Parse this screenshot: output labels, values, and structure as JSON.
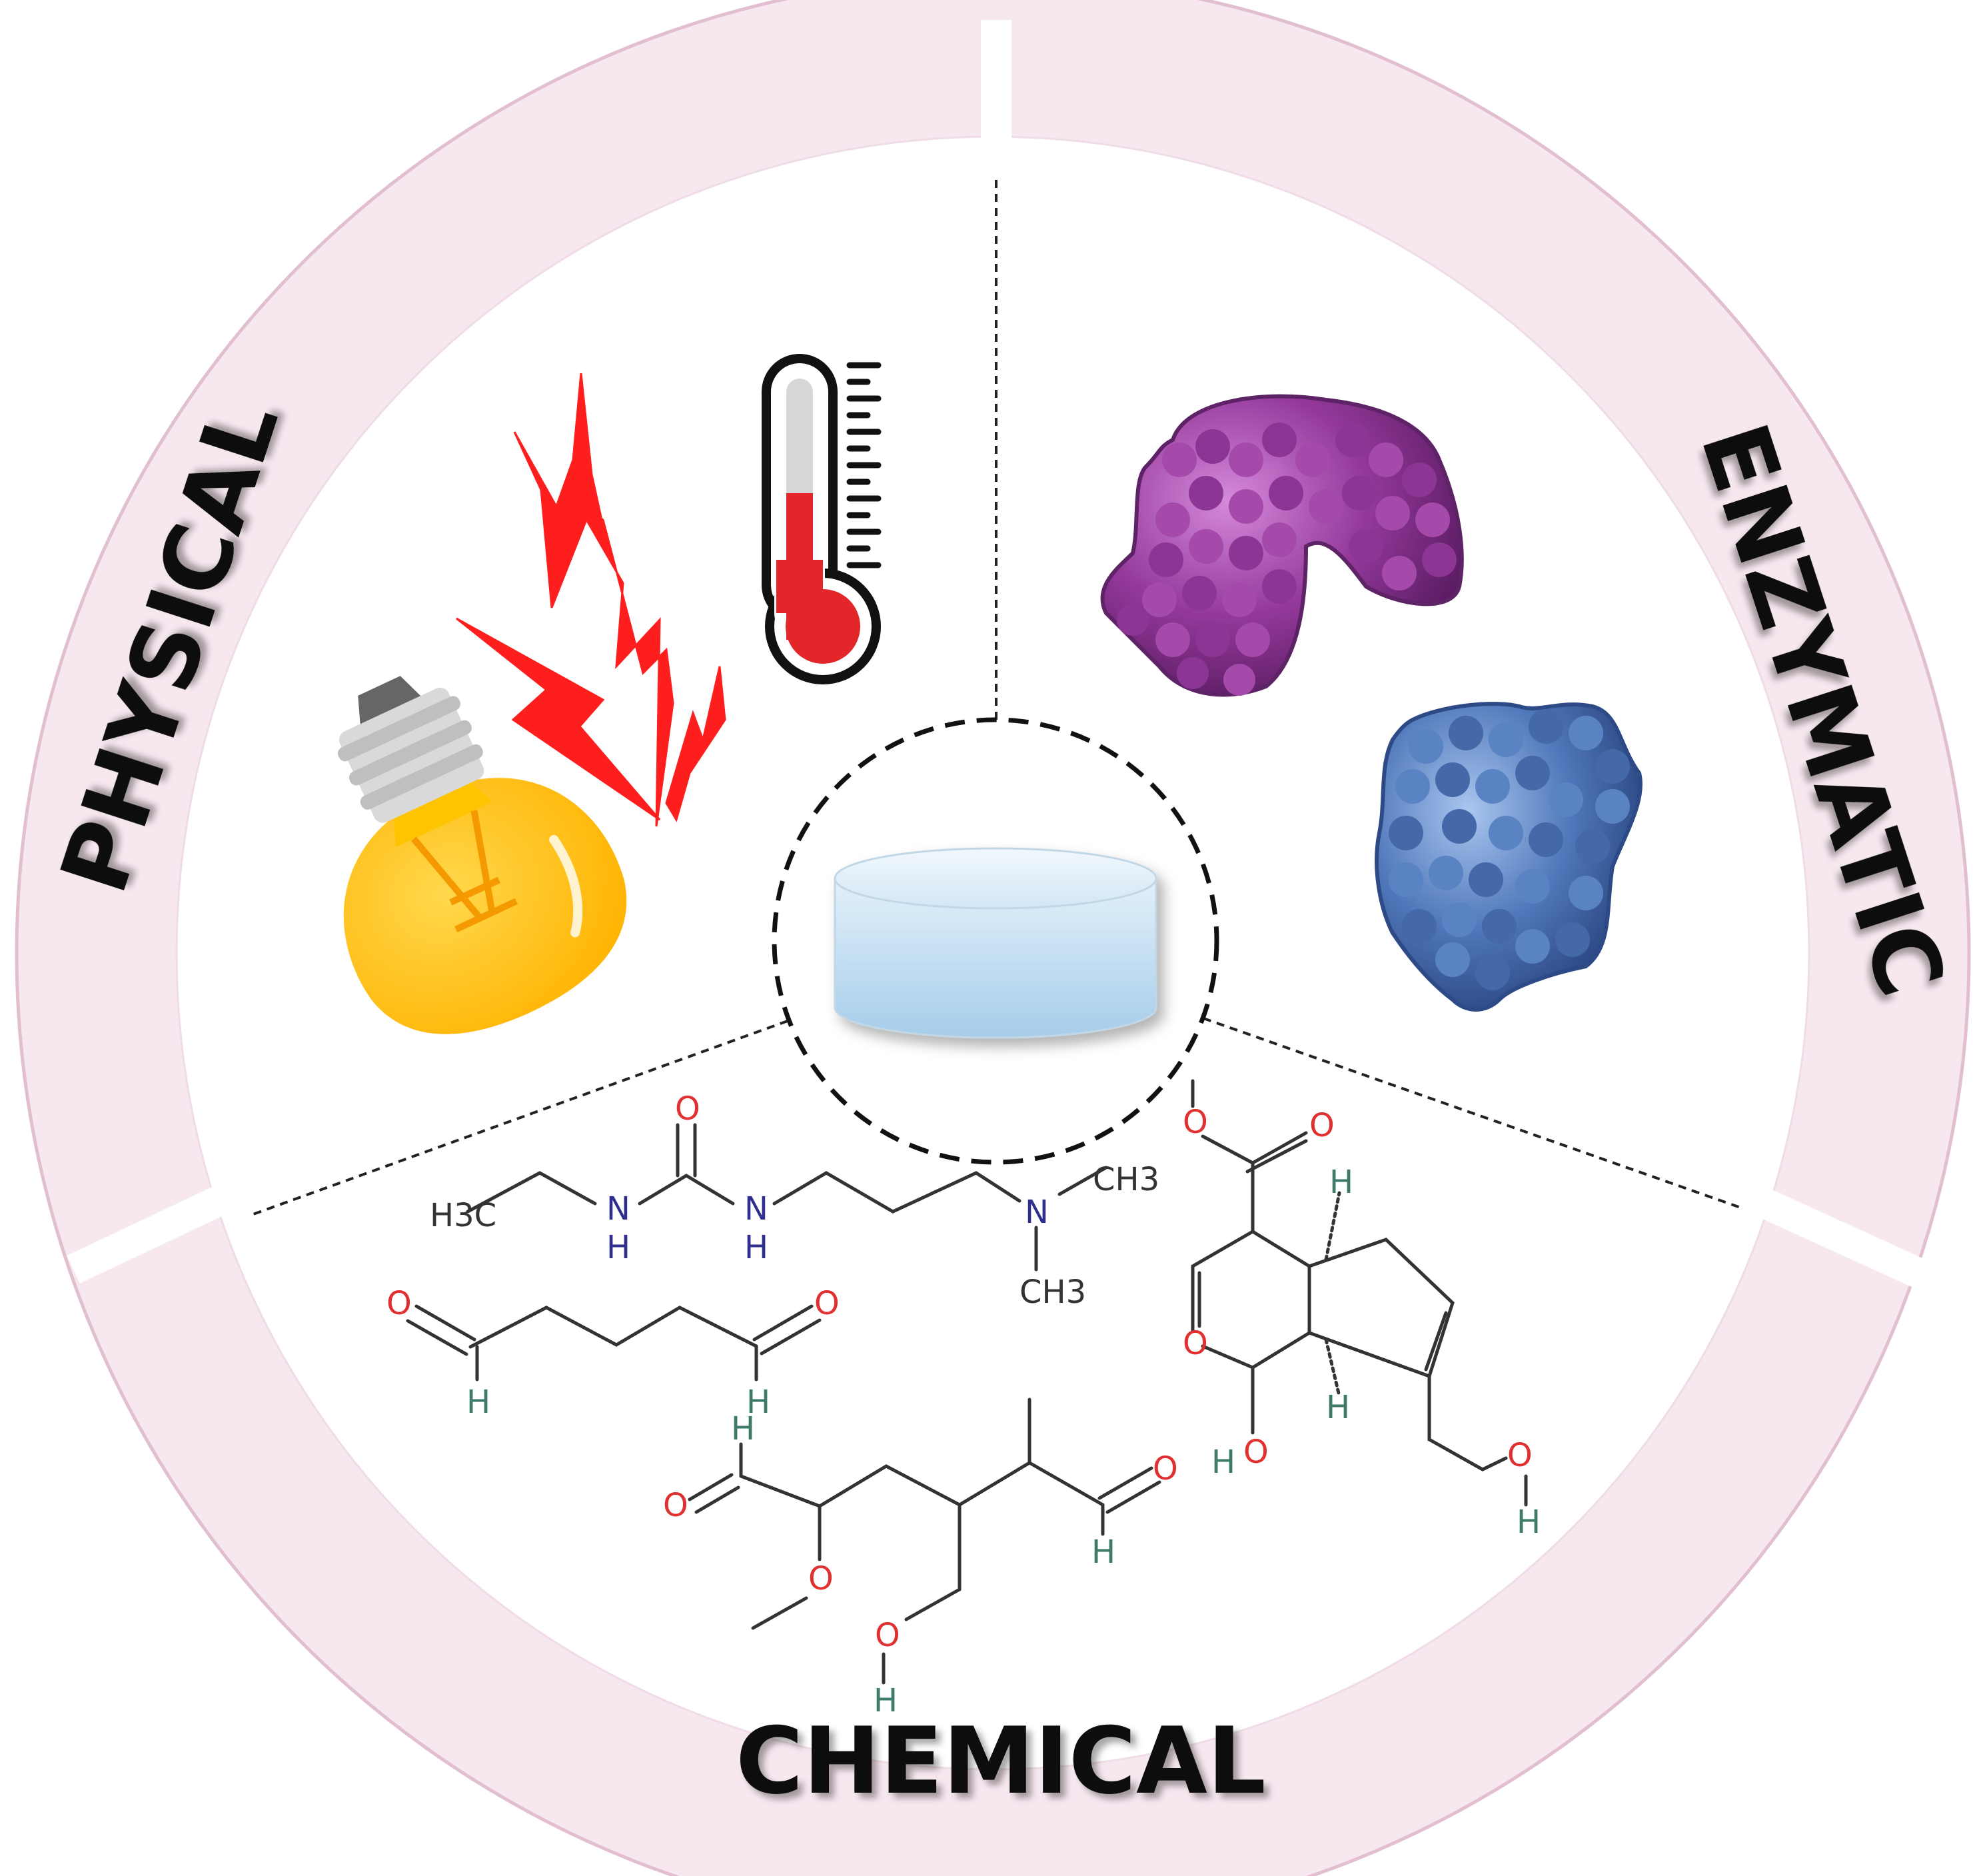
{
  "segments": {
    "physical": {
      "label": "PHYSICAL"
    },
    "enzymatic": {
      "label": "ENZYMATIC"
    },
    "chemical": {
      "label": "CHEMICAL"
    }
  },
  "molecules": {
    "atoms": {
      "h3c": "H3C",
      "nh1": "N",
      "h1": "H",
      "o_urea": "O",
      "nh2": "N",
      "h2": "H",
      "ch3_top": "CH3",
      "n_amine": "N",
      "ch3_bottom": "CH3",
      "glut_o1": "O",
      "glut_h1": "H",
      "glut_o2": "O",
      "glut_h2": "H",
      "dial_h_top": "H",
      "dial_o_ald": "O",
      "dial_o_methoxy": "O",
      "dial_o_hydroxyl": "O",
      "dial_h_hydroxyl": "H",
      "dial_o_right": "O",
      "dial_h_right": "H",
      "gen_o_ester": "O",
      "gen_o_carbonyl": "O",
      "gen_h_stereo1": "H",
      "gen_h_stereo2": "H",
      "gen_o_ring": "O",
      "gen_h_oh": "H",
      "gen_o_oh": "O",
      "gen_o_ch2oh": "O",
      "gen_h_ch2oh": "H"
    }
  },
  "colors": {
    "ring": "#f7e8f0",
    "ring_edge": "#e2bfd0",
    "oxygen": "#e0302f",
    "nitrogen": "#2e2e8f",
    "hydrogen": "#3d7a6a",
    "bond": "#333333",
    "enzyme_purple": "#8f3a98",
    "enzyme_blue": "#4d73b3",
    "bolt": "#ff2020",
    "bulb": "#ffc400"
  },
  "icons": [
    "thermometer-icon",
    "lightning-icon",
    "light-bulb-icon",
    "enzyme-protein-purple",
    "enzyme-protein-blue",
    "hydrogel-disc-icon"
  ]
}
